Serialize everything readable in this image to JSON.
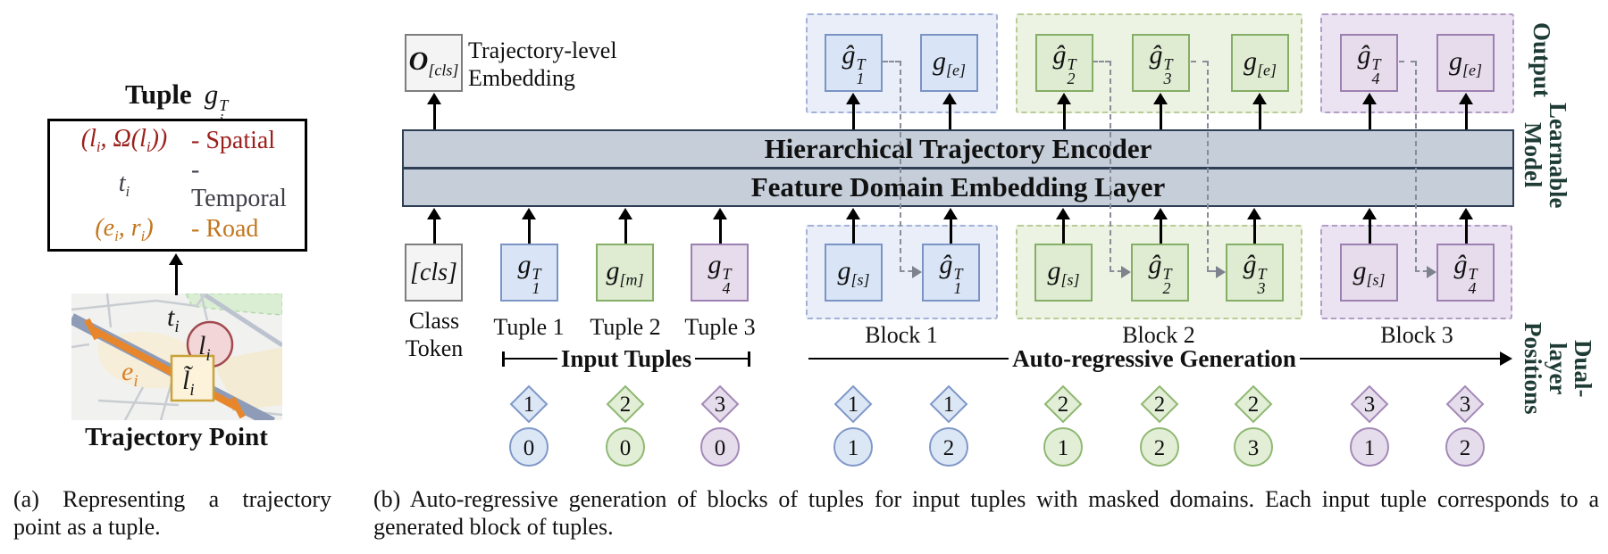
{
  "panel_a": {
    "title": {
      "word": "Tuple",
      "math_base": "g",
      "math_sub": "i",
      "math_sup": "T"
    },
    "tuple_box": {
      "rows": [
        {
          "p0": "(l",
          "p0sub": "i",
          "p1": ", Ω(l",
          "p1sub": "i",
          "p2": "))",
          "label": "- Spatial"
        },
        {
          "p0": "t",
          "p0sub": "i",
          "p1": "",
          "p1sub": "",
          "p2": "",
          "label": "- Temporal"
        },
        {
          "p0": "(e",
          "p0sub": "i",
          "p1": ", r",
          "p1sub": "i",
          "p2": ")",
          "label": "- Road"
        }
      ]
    },
    "map": {
      "t_base": "t",
      "t_sub": "i",
      "l_base": "l",
      "l_sub": "i",
      "lt_base": "l̃",
      "lt_sub": "i",
      "e_base": "e",
      "e_sub": "i"
    },
    "map_caption": "Trajectory Point",
    "caption": "(a) Representing a trajectory point as a tuple."
  },
  "panel_b": {
    "o_cls": {
      "base": "O",
      "sub": "[cls]"
    },
    "o_cls_label": "Trajectory-level\nEmbedding",
    "encoder_bar": "Hierarchical Trajectory Encoder",
    "embedding_bar": "Feature Domain Embedding Layer",
    "cls": {
      "text": "[cls]",
      "label": "Class\nToken"
    },
    "tuples": [
      {
        "base": "g",
        "sub": "1",
        "sup": "T",
        "label": "Tuple 1"
      },
      {
        "base": "g",
        "sub": "[m]",
        "label": "Tuple 2"
      },
      {
        "base": "g",
        "sub": "4",
        "sup": "T",
        "label": "Tuple 3"
      }
    ],
    "input_tuples_label": "Input Tuples",
    "autoregressive_label": "Auto-regressive Generation",
    "blocks": [
      {
        "label": "Block 1",
        "outputs": [
          {
            "base": "ĝ",
            "sub": "1",
            "sup": "T"
          },
          {
            "base": "g",
            "sub": "[e]"
          }
        ],
        "inputs": [
          {
            "base": "g",
            "sub": "[s]"
          },
          {
            "base": "ĝ",
            "sub": "1",
            "sup": "T"
          }
        ],
        "positions": [
          {
            "diamond": "1",
            "circle": "1"
          },
          {
            "diamond": "1",
            "circle": "2"
          }
        ]
      },
      {
        "label": "Block 2",
        "outputs": [
          {
            "base": "ĝ",
            "sub": "2",
            "sup": "T"
          },
          {
            "base": "ĝ",
            "sub": "3",
            "sup": "T"
          },
          {
            "base": "g",
            "sub": "[e]"
          }
        ],
        "inputs": [
          {
            "base": "g",
            "sub": "[s]"
          },
          {
            "base": "ĝ",
            "sub": "2",
            "sup": "T"
          },
          {
            "base": "ĝ",
            "sub": "3",
            "sup": "T"
          }
        ],
        "positions": [
          {
            "diamond": "2",
            "circle": "1"
          },
          {
            "diamond": "2",
            "circle": "2"
          },
          {
            "diamond": "2",
            "circle": "3"
          }
        ]
      },
      {
        "label": "Block 3",
        "outputs": [
          {
            "base": "ĝ",
            "sub": "4",
            "sup": "T"
          },
          {
            "base": "g",
            "sub": "[e]"
          }
        ],
        "inputs": [
          {
            "base": "g",
            "sub": "[s]"
          },
          {
            "base": "ĝ",
            "sub": "4",
            "sup": "T"
          }
        ],
        "positions": [
          {
            "diamond": "3",
            "circle": "1"
          },
          {
            "diamond": "3",
            "circle": "2"
          }
        ]
      }
    ],
    "tuple_positions": [
      {
        "diamond": "1",
        "circle": "0"
      },
      {
        "diamond": "2",
        "circle": "0"
      },
      {
        "diamond": "3",
        "circle": "0"
      }
    ],
    "side_labels": {
      "output": "Output",
      "learnable": "Learnable\nModel",
      "dual": "Dual-layer\nPositions"
    },
    "caption": "(b) Auto-regressive generation of blocks of tuples for input tuples with masked domains. Each input tuple corresponds to a generated block of tuples."
  },
  "colors": {
    "blue_fill": "#d9e5f6",
    "blue_border": "#7b94c5",
    "green_fill": "#dfecd2",
    "green_border": "#85ae66",
    "purple_fill": "#e6dcec",
    "purple_border": "#9d80b2",
    "bar_fill": "#c5ced9",
    "bar_border": "#2e3e55",
    "side_label_color": "#1e3c35",
    "spatial_color": "#9b211c",
    "road_color": "#c2771f",
    "orange_road": "#e8862b",
    "pink_point": "#f3d6d8",
    "cream_point": "#fcf3da"
  }
}
